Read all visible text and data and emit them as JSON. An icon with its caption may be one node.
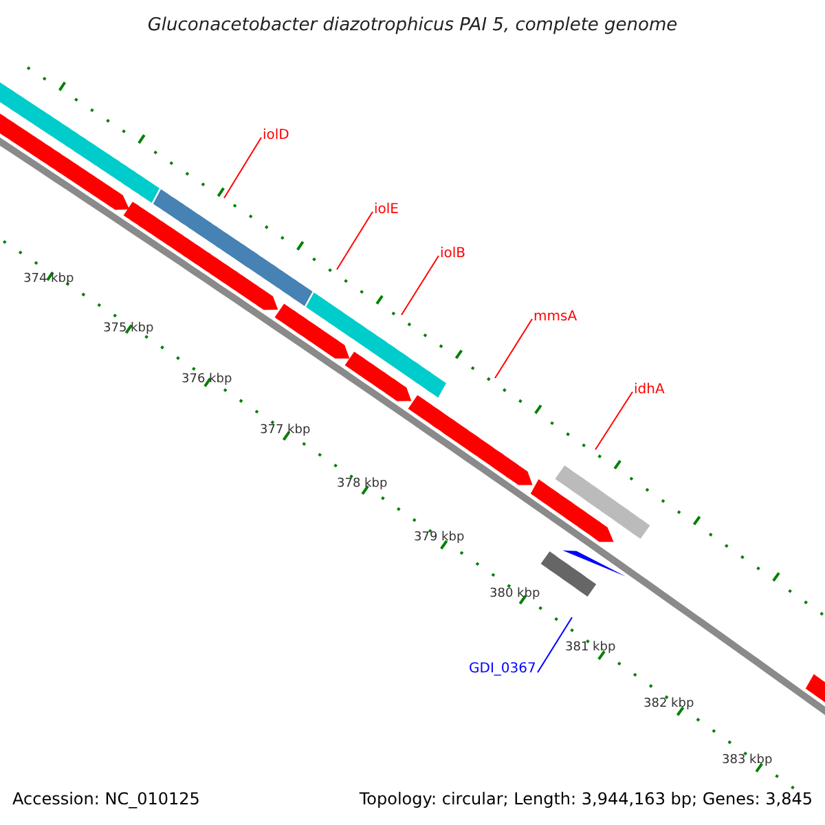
{
  "diagram": {
    "title": "Gluconacetobacter diazotrophicus PAI 5, complete genome",
    "nodes": [
      {
        "text": [
          "iolD"
        ]
      },
      {
        "text": [
          "iolE"
        ]
      },
      {
        "text": [
          "iolB"
        ]
      },
      {
        "text": [
          "mmsA"
        ]
      },
      {
        "text": [
          "idhA"
        ]
      },
      {
        "text": [
          "GDI_0367"
        ]
      }
    ],
    "edges": [
      {
        "from": 0,
        "to": null,
        "arrow": "none"
      },
      {
        "from": 1,
        "to": null,
        "arrow": "none"
      },
      {
        "from": 2,
        "to": null,
        "arrow": "none"
      },
      {
        "from": 3,
        "to": null,
        "arrow": "none"
      },
      {
        "from": 4,
        "to": null,
        "arrow": "none"
      },
      {
        "from": 5,
        "to": null,
        "arrow": "none",
        "color": "#0000ff"
      }
    ],
    "labels": [
      "374 kbp",
      "375 kbp",
      "376 kbp",
      "377 kbp",
      "378 kbp",
      "379 kbp",
      "380 kbp",
      "381 kbp",
      "382 kbp",
      "383 kbp",
      "Accession: NC_010125",
      "Topology: circular; Length: 3,944,163 bp; Genes: 3,845"
    ]
  }
}
